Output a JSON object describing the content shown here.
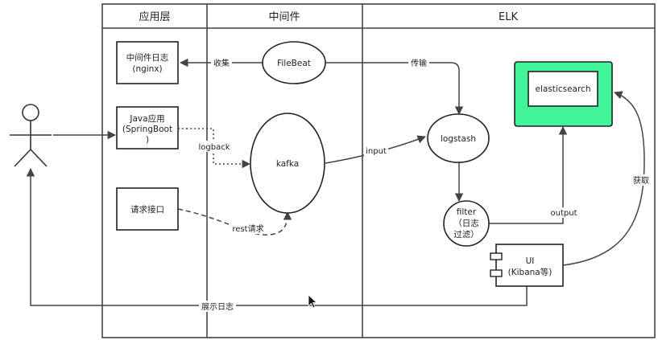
{
  "lanes": {
    "app": "应用层",
    "middleware": "中间件",
    "elk": "ELK"
  },
  "nodes": {
    "mw_log": [
      "中间件日志",
      "(nginx)"
    ],
    "java_app": [
      "Java应用",
      "(SpringBoot",
      ")"
    ],
    "request_api": "请求接口",
    "filebeat": "FileBeat",
    "kafka": "kafka",
    "logstash": "logstash",
    "filter": [
      "filter",
      "（日志",
      "过滤）"
    ],
    "elasticsearch": "elasticsearch",
    "ui": [
      "UI",
      "(Kibana等)"
    ]
  },
  "edges": {
    "collect": "收集",
    "transmit": "传输",
    "logback": "logback",
    "input": "input",
    "rest": "rest请求",
    "output": "output",
    "fetch": "获取",
    "display": "展示日志"
  },
  "colors": {
    "elasticsearch_fill": "#40f59a",
    "line": "#444444"
  },
  "icons": {
    "actor": "stick-figure-user-icon",
    "cursor": "mouse-pointer-icon",
    "component": "uml-component-icon"
  }
}
